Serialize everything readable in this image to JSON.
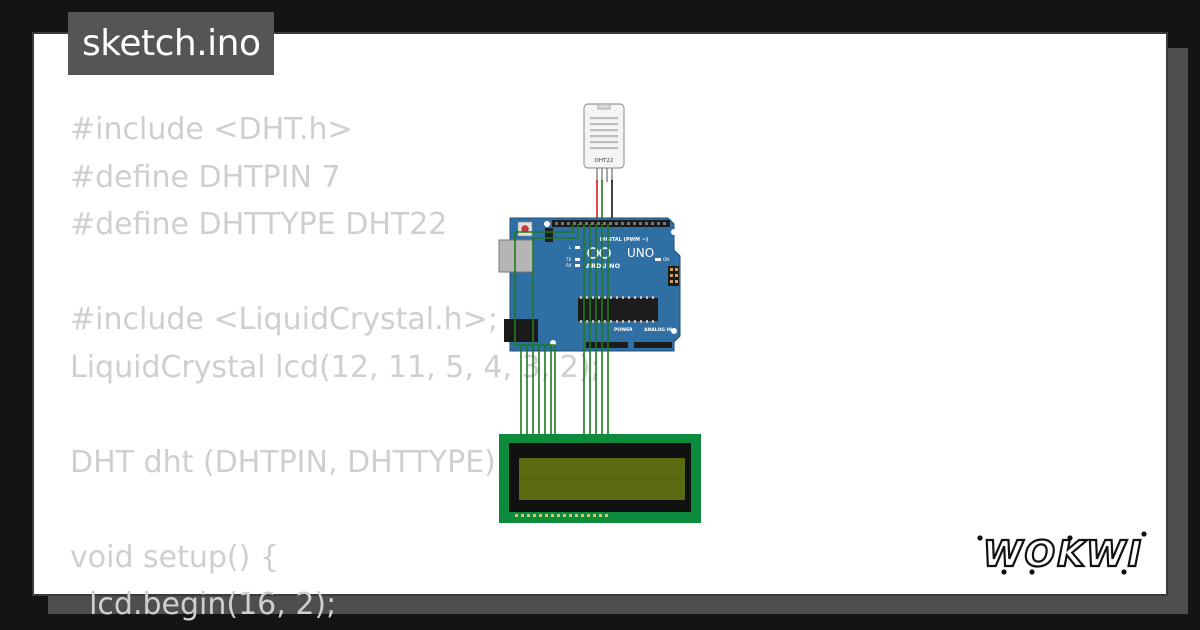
{
  "file_tab": {
    "title": "sketch.ino"
  },
  "code_lines": [
    "#include <DHT.h>",
    "#define DHTPIN 7",
    "#define DHTTYPE DHT22",
    "",
    "#include <LiquidCrystal.h>;",
    "LiquidCrystal lcd(12, 11, 5, 4, 3, 2);",
    "",
    "DHT dht (DHTPIN, DHTTYPE);",
    "",
    "void setup() {",
    "  lcd.begin(16, 2);"
  ],
  "sensor": {
    "label": "DHT22"
  },
  "board": {
    "model": "UNO",
    "brand_text": "ARDUINO",
    "digital_header_text": "DIGITAL (PWM ~)",
    "power_label": "POWER",
    "analog_label": "ANALOG IN",
    "on_led_text": "ON",
    "tx_text": "TX",
    "rx_text": "RX",
    "l_text": "L"
  },
  "brand": {
    "logo_text": "WOKWI"
  },
  "colors": {
    "board_blue": "#2f6fa3",
    "lcd_green": "#0e8a3c",
    "lcd_screen": "#5b6b12",
    "wire_green": "#1f7a1f",
    "wire_red": "#d62020",
    "code_gray": "#cfcfcf",
    "tab_gray": "#555555"
  }
}
